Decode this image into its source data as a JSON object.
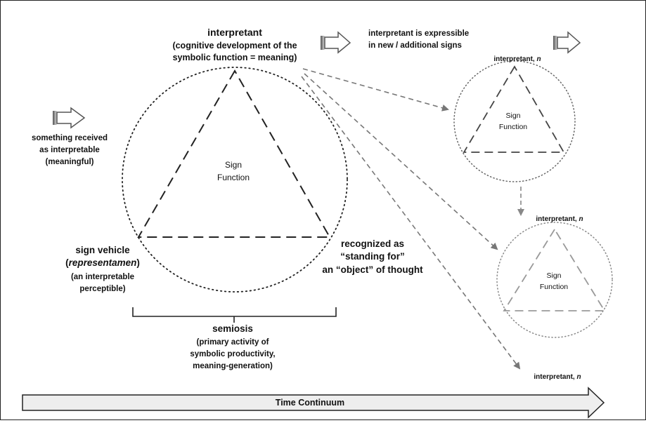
{
  "interpretant": {
    "title": "interpretant",
    "sub1": "(cognitive development of the",
    "sub2": "symbolic function = meaning)"
  },
  "expressible": {
    "line1": "interpretant is expressible",
    "line2": "in new / additional signs"
  },
  "received": {
    "line1": "something received",
    "line2": "as interpretable",
    "line3": "(meaningful)"
  },
  "sign_function_main": {
    "line1": "Sign",
    "line2": "Function"
  },
  "sign_vehicle": {
    "line1": "sign vehicle",
    "line2_open": "(",
    "line2_italic": "representamen",
    "line2_close": ")",
    "line3": "(an interpretable",
    "line4": "perceptible)"
  },
  "recognized": {
    "line1": "recognized as",
    "line2": "“standing for”",
    "line3": "an “object” of thought"
  },
  "semiosis": {
    "title": "semiosis",
    "line1": "(primary activity of",
    "line2": "symbolic productivity,",
    "line3": "meaning-generation)"
  },
  "interpretant_n": {
    "label": "interpretant, ",
    "n": "n"
  },
  "small_sign_function": {
    "line1": "Sign",
    "line2": "Function"
  },
  "time_continuum": "Time Continuum",
  "colors": {
    "outline": "#222222",
    "arrow_gray": "#777777",
    "light_gray": "#aaaaaa",
    "block_fill": "#e8e8e8"
  }
}
